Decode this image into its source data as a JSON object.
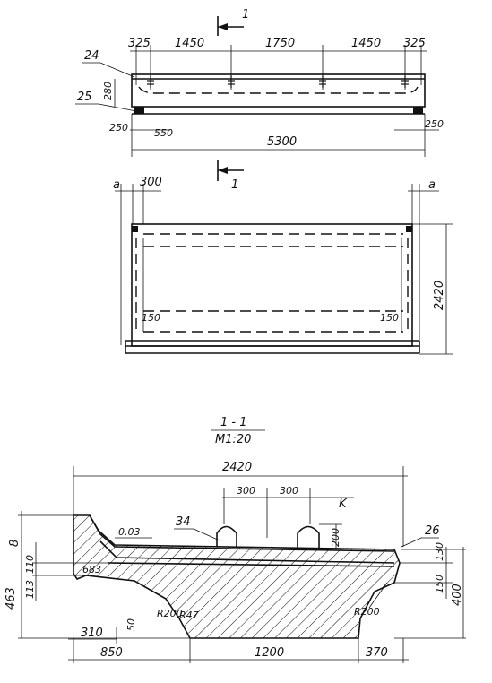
{
  "section_mark": {
    "label": "1",
    "label_bottom": "1"
  },
  "top_view": {
    "dims": [
      "325",
      "1450",
      "1750",
      "1450",
      "325"
    ],
    "callouts": [
      "24",
      "25"
    ],
    "height": "280",
    "bottom_left": "250",
    "bottom_left2": "550",
    "bottom_right": "250",
    "length": "5300"
  },
  "plan_view": {
    "a_left": "a",
    "a_right": "a",
    "dim_300": "300",
    "dim_150_left": "150",
    "dim_150_right": "150",
    "width": "2420"
  },
  "section": {
    "title": "1 - 1",
    "scale": "M1:20",
    "width": "2420",
    "dim_300a": "300",
    "dim_300b": "300",
    "k": "K",
    "dim_200": "200",
    "slope": "0.03",
    "callout_34": "34",
    "callout_26": "26",
    "dim_8": "8",
    "dim_683": "683",
    "dim_463": "463",
    "dim_113": "113",
    "dim_110": "110",
    "dim_130": "130",
    "dim_150": "150",
    "dim_400": "400",
    "r200_left": "R200",
    "r47": "R47",
    "r200_right": "R200",
    "dim_50": "50",
    "dim_310": "310",
    "dim_850": "850",
    "dim_1200": "1200",
    "dim_370": "370"
  }
}
